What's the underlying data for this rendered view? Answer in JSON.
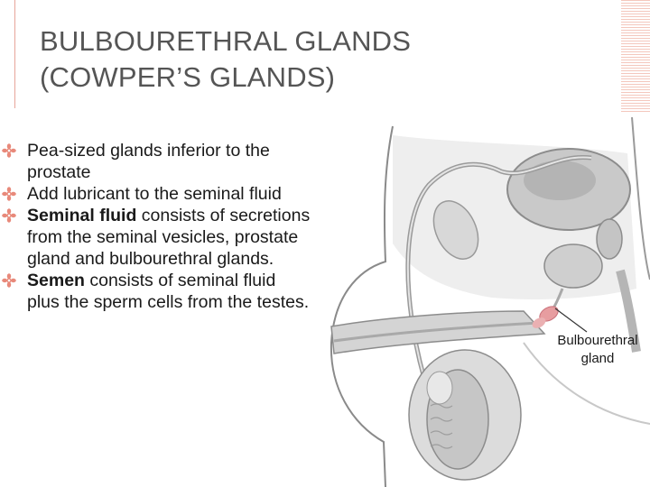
{
  "slide": {
    "title_line1": "BULBOURETHRAL GLANDS",
    "title_line2": "(COWPER’S GLANDS)",
    "bullets": [
      {
        "bold": "",
        "text": "Pea-sized glands inferior to the prostate"
      },
      {
        "bold": "",
        "text": "Add lubricant to the seminal fluid"
      },
      {
        "bold": "Seminal fluid",
        "text": " consists of secretions from the seminal vesicles, prostate gland and bulbourethral glands."
      },
      {
        "bold": "Semen",
        "text": " consists of seminal fluid plus the sperm cells from the testes."
      }
    ]
  },
  "figure": {
    "label_line1": "Bulbourethral",
    "label_line2": "gland"
  },
  "colors": {
    "title": "#555555",
    "bullet_icon": "#e8897a",
    "accent": "#e8a59a",
    "gland": "#e79da0"
  },
  "icons": {
    "bullet": "flower-bullet-icon"
  }
}
